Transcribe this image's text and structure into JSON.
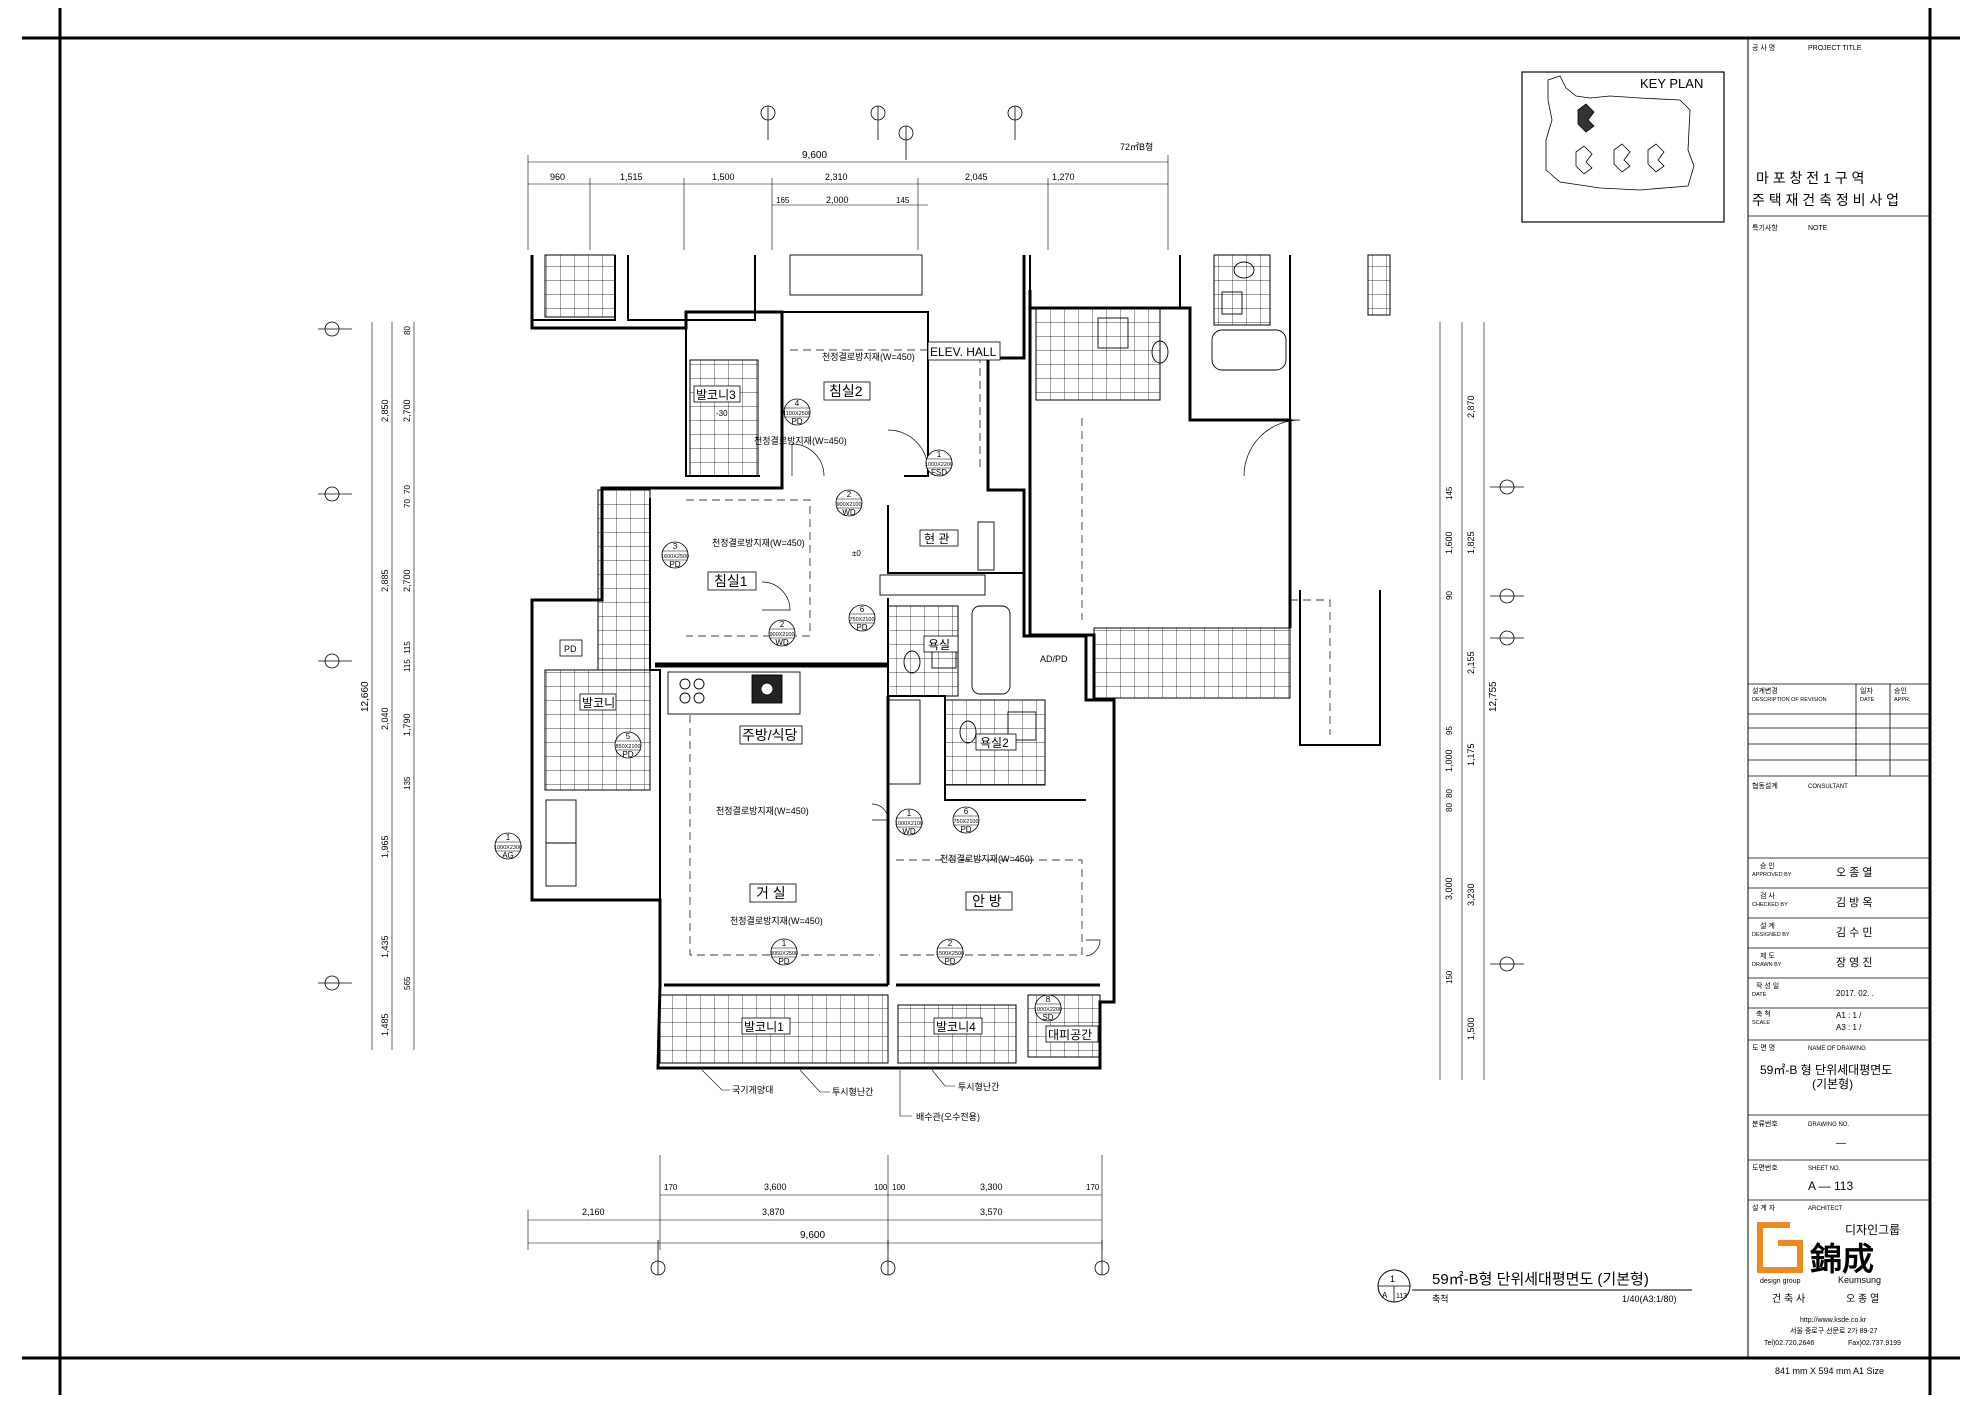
{
  "sheet": {
    "size_label": "841 mm X 594 mm  A1 Size"
  },
  "key_plan": {
    "title": "KEY PLAN"
  },
  "plan": {
    "unit_type_label": "72㎡B형",
    "elev_hall": "ELEV. HALL",
    "rooms": {
      "bedroom2": "침실2",
      "bedroom1": "침실1",
      "kitchen": "주방/식당",
      "living": "거 실",
      "master": "안 방",
      "balcony3": "발코니3",
      "balcony_w": "발코니",
      "balcony1": "발코니1",
      "balcony4": "발코니4",
      "shelter": "대피공간",
      "entrance": "현 관",
      "bath1": "욕실",
      "bath2": "욕실2"
    },
    "labels": {
      "pd": "PD",
      "adpd": "AD/PD",
      "ceiling_450": "천정결로방지재(W=450)",
      "ceiling_450_b": "천정결로방지재(W=450)",
      "ceiling_450_c": "천정결로방지재(W=450)",
      "ceiling_450_d": "천정결로방지재(W=450)",
      "ceiling_450_e": "천정결로방지재(W=450)",
      "ceiling_450_f": "천정결로방지재(W=450)",
      "level_zero": "±0",
      "level_m30": "-30",
      "note_outdoor": "국기게양대",
      "note_rail": "투시형난간",
      "note_rail2": "투시형난간",
      "note_drain": "배수관(오수전용)"
    },
    "doors": [
      {
        "n": "4",
        "size": "1100X2500",
        "type": "PD"
      },
      {
        "n": "1",
        "size": "1000X2200",
        "type": "FSD"
      },
      {
        "n": "2",
        "size": "900X2100",
        "type": "WD"
      },
      {
        "n": "3",
        "size": "1600X2500",
        "type": "PD"
      },
      {
        "n": "2",
        "size": "900X2100",
        "type": "WD"
      },
      {
        "n": "6",
        "size": "750X2100",
        "type": "PD"
      },
      {
        "n": "5",
        "size": "850X2100",
        "type": "PD"
      },
      {
        "n": "1",
        "size": "1000X2300",
        "type": "AG"
      },
      {
        "n": "1",
        "size": "1000X2100",
        "type": "WD"
      },
      {
        "n": "6",
        "size": "750X2100",
        "type": "PD"
      },
      {
        "n": "1",
        "size": "3060X2500",
        "type": "PD"
      },
      {
        "n": "2",
        "size": "1500X2500",
        "type": "PD"
      },
      {
        "n": "8",
        "size": "1000X2200",
        "type": "SD"
      }
    ],
    "dims_top": {
      "total": "9,600",
      "segs": [
        "960",
        "1,515",
        "1,500",
        "2,310",
        "2,045",
        "1,270"
      ],
      "inner": [
        "165",
        "2,000",
        "145"
      ]
    },
    "dims_bottom": {
      "row1": [
        "170",
        "3,600",
        "100",
        "100",
        "3,300",
        "170"
      ],
      "row2": [
        "2,160",
        "3,870",
        "3,570"
      ],
      "total": "9,600"
    },
    "dims_left": {
      "total": "12,660",
      "outer": [
        "2,850",
        "2,885",
        "2,040",
        "1,965",
        "1,435",
        "1,485"
      ],
      "inner": [
        "80",
        "2,700",
        "70",
        "70",
        "2,700",
        "115",
        "115",
        "1,790",
        "135",
        "565"
      ]
    },
    "dims_right": {
      "total": "12,755",
      "outer": [
        "2,870",
        "1,825",
        "2,155",
        "1,175",
        "3,230",
        "1,500"
      ],
      "inner": [
        "145",
        "1,600",
        "90",
        "95",
        "1,000",
        "80",
        "80",
        "3,000",
        "150"
      ]
    }
  },
  "drawing_title": {
    "number": "1",
    "sheet_ref": "A",
    "sheet_no": "113",
    "title": "59㎡-B형 단위세대평면도 (기본형)",
    "scale_label": "축척",
    "scale_value": "1/40(A3:1/80)"
  },
  "title_block": {
    "project_title_label": "공 사 명",
    "project_title_en": "PROJECT TITLE",
    "project_line1": "마 포 창 전  1 구 역",
    "project_line2": "주 택 재 건 축 정 비 사 업",
    "note_label": "특기사항",
    "note_en": "NOTE",
    "revision_label": "설계변경",
    "revision_en": "DESCRIPTION OF REVISION",
    "date_label": "일자",
    "date_en": "DATE",
    "appr_label": "승인",
    "appr_en": "APPR.",
    "consultant_label": "협동설계",
    "consultant_en": "CONSULTANT",
    "approved_label": "승 인",
    "approved_en": "APPROVED BY",
    "approved_name": "오 종 열",
    "checked_label": "검 사",
    "checked_en": "CHECKED BY",
    "checked_name": "김 방 옥",
    "designed_label": "설 계",
    "designed_en": "DESIGNED BY",
    "designed_name": "김 수 민",
    "drawn_label": "제 도",
    "drawn_en": "DRAWN BY",
    "drawn_name": "장 영 진",
    "date_row_label": "작 성 일",
    "date_row_en": "DATE",
    "date_value": "2017. 02.   .",
    "scale_row_label": "축 척",
    "scale_row_en": "SCALE",
    "scale_a1": "A1  : 1 /",
    "scale_a3": "A3  : 1 /",
    "name_label": "도 면 명",
    "name_en": "NAME OF DRAWING",
    "name_line1": "59㎡-B 형 단위세대평면도",
    "name_line2": "(기본형)",
    "drawing_no_label": "분류번호",
    "drawing_no_en": "DRAWING NO.",
    "drawing_no_value": "—",
    "sheet_no_label": "도면번호",
    "sheet_no_en": "SHEET NO.",
    "sheet_no_value": "A — 113",
    "architect_label": "설 계 자",
    "architect_en": "ARCHITECT",
    "firm_group": "디자인그룹",
    "firm_name": "錦成",
    "firm_en_left": "design group",
    "firm_en_right": "Keumsung",
    "firm_role": "건 축 사",
    "firm_rep": "오 종 열",
    "url": "http://www.ksde.co.kr",
    "address": "서울 중로구 선문로 2가 89-27",
    "tel": "Tel)02.720.2646",
    "fax": "Fax)02.737.9199"
  },
  "colors": {
    "ink": "#000000",
    "logo": "#f08a1c",
    "paper": "#ffffff"
  }
}
